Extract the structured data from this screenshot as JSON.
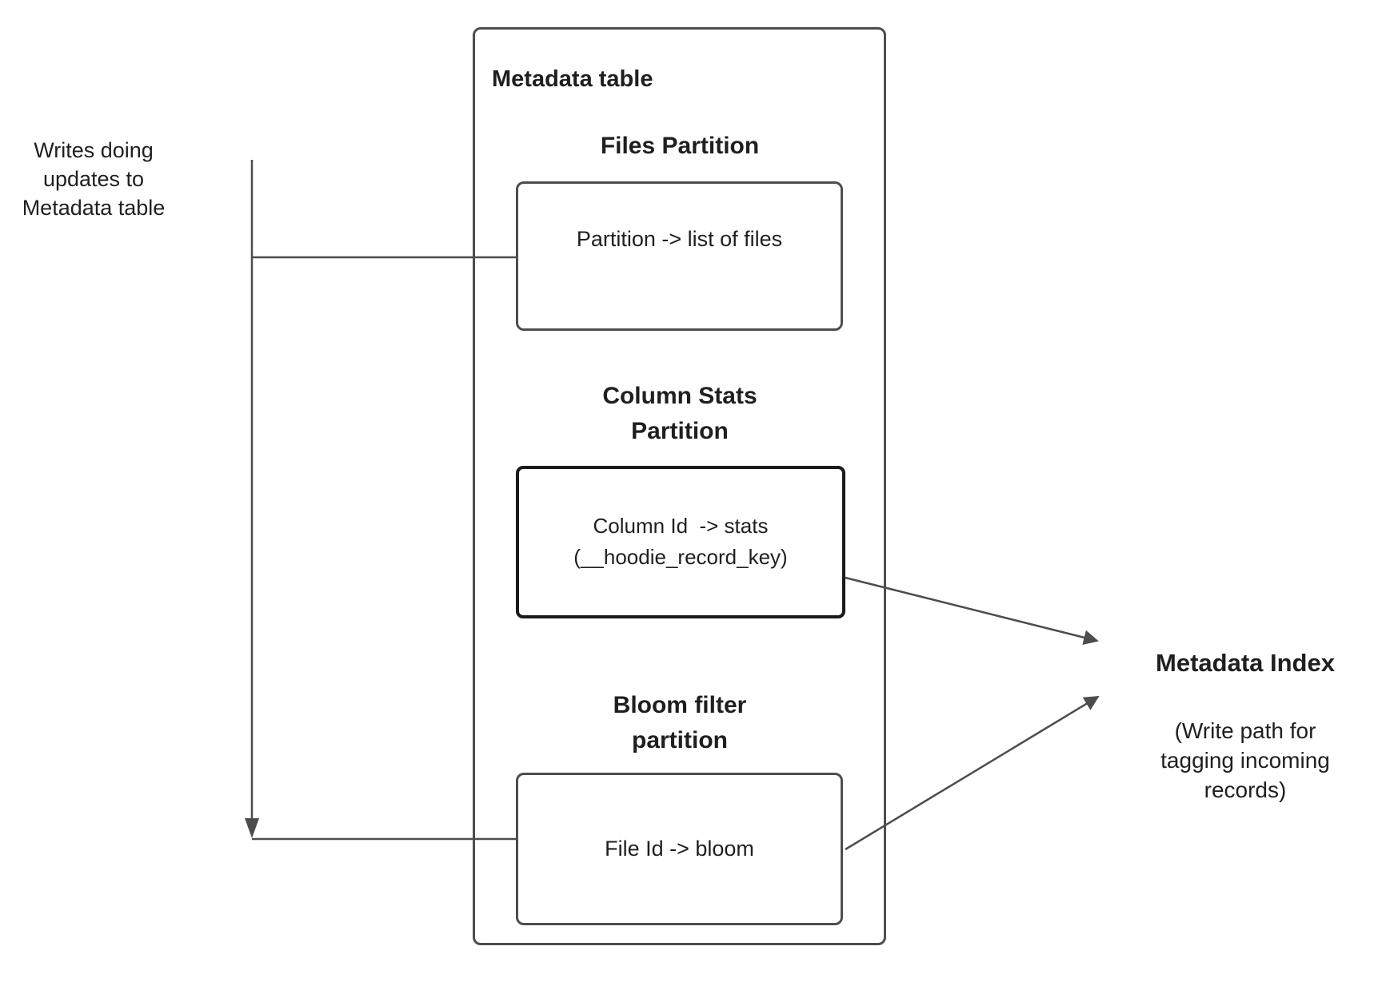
{
  "left_note": {
    "text": "Writes doing\nupdates to\nMetadata table"
  },
  "metadata_table": {
    "title": "Metadata table",
    "files_partition": {
      "heading": "Files Partition",
      "mapping": "Partition -> list of files"
    },
    "column_stats_partition": {
      "heading": "Column Stats\nPartition",
      "mapping": "Column Id  -> stats\n(__hoodie_record_key)"
    },
    "bloom_filter_partition": {
      "heading": "Bloom filter\npartition",
      "mapping": "File Id -> bloom"
    }
  },
  "metadata_index": {
    "title": "Metadata Index",
    "subtitle": "(Write path for\ntagging incoming\nrecords)"
  },
  "colors": {
    "line": "#4d4d4d",
    "box_border": "#4d4d4d",
    "stats_box_border": "#1a1a1a",
    "text": "#1f1f1f",
    "background": "#ffffff"
  }
}
